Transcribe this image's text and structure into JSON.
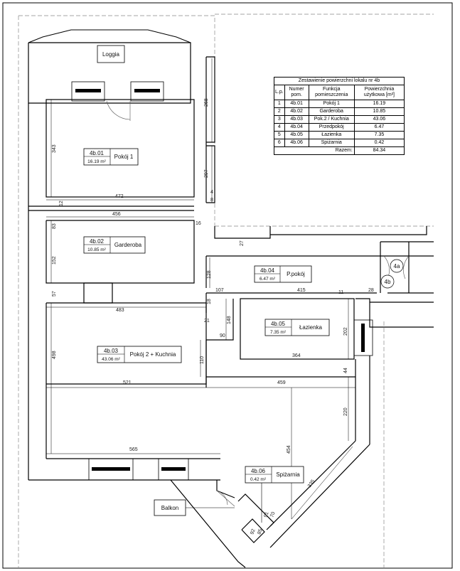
{
  "rooms": {
    "loggia": {
      "label": "Loggia"
    },
    "r4b01": {
      "number": "4b.01",
      "area": "16.19 m²",
      "name": "Pokój 1"
    },
    "r4b02": {
      "number": "4b.02",
      "area": "10.85 m²",
      "name": "Garderoba"
    },
    "r4b03": {
      "number": "4b.03",
      "area": "43.06 m²",
      "name": "Pokój 2 + Kuchnia"
    },
    "r4b04": {
      "number": "4b.04",
      "area": "6.47 m²",
      "name": "P.pokój"
    },
    "r4b05": {
      "number": "4b.05",
      "area": "7.35 m²",
      "name": "Łazienka"
    },
    "r4b06": {
      "number": "4b.06",
      "area": "0.42 m²",
      "name": "Spiżarnia"
    },
    "balkon": {
      "label": "Balkon"
    },
    "apt4a": "4a",
    "apt4b": "4b"
  },
  "dimensions": {
    "d472": "472",
    "d456": "456",
    "d483": "483",
    "d521": "521",
    "d459": "459",
    "d565": "565",
    "d415": "415",
    "d107": "107",
    "d364": "364",
    "d90": "90",
    "d343": "343",
    "d12": "12",
    "d83": "83",
    "d152": "152",
    "d57": "57",
    "d498": "498",
    "d268": "268",
    "d297": "297",
    "d16": "16",
    "d27": "27",
    "d128": "128",
    "d18": "18",
    "d21": "21",
    "d148": "148",
    "d110": "110",
    "d202": "202",
    "d44": "44",
    "d220": "220",
    "d454": "454",
    "d335": "335",
    "d28": "28",
    "d11": "11",
    "d91": "91",
    "d70": "70",
    "d92": "92",
    "d4": "4",
    "d8": "8",
    "d85": "85"
  },
  "summary": {
    "title": "Zestawienie powierzchni lokalu nr 4b",
    "headers": [
      "L.p.",
      "Numer pom.",
      "Funkcja pomieszczenia",
      "Powierzchnia użytkowa [m²]"
    ],
    "rows": [
      [
        "1",
        "4b.01",
        "Pokój 1",
        "16.19"
      ],
      [
        "2",
        "4b.02",
        "Garderoba",
        "10.85"
      ],
      [
        "3",
        "4b.03",
        "Pok.2 / Kuchnia",
        "43.06"
      ],
      [
        "4",
        "4b.04",
        "Przedpokój",
        "6.47"
      ],
      [
        "5",
        "4b.05",
        "Łazienka",
        "7.35"
      ],
      [
        "6",
        "4b.06",
        "Spiżarnia",
        "0.42"
      ]
    ],
    "total_label": "Razem:",
    "total_value": "84.34"
  }
}
